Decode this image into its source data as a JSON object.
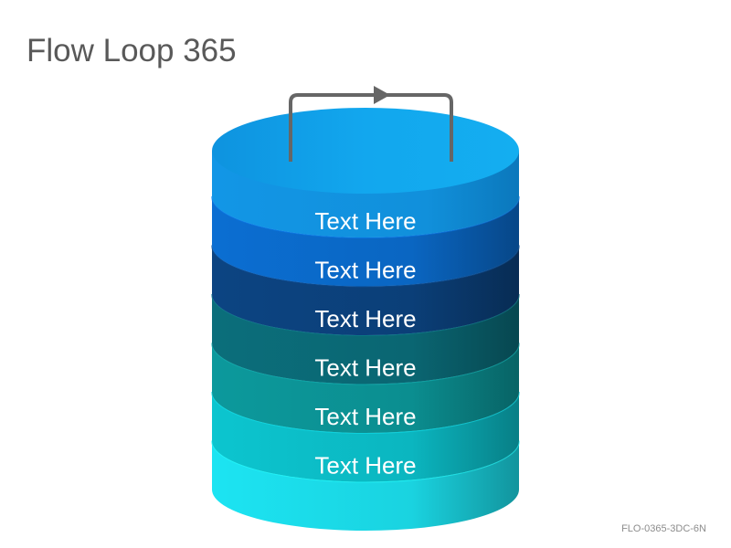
{
  "title": "Flow Loop 365",
  "footer_code": "FLO-0365-3DC-6N",
  "layers": [
    {
      "label": "Text Here",
      "color": "#0A66C2"
    },
    {
      "label": "Text Here",
      "color": "#0B3F78"
    },
    {
      "label": "Text Here",
      "color": "#0A6672"
    },
    {
      "label": "Text Here",
      "color": "#0B8E90"
    },
    {
      "label": "Text Here",
      "color": "#0BB6C0"
    },
    {
      "label": "Text Here",
      "color": "#1AD3E0"
    }
  ],
  "top_color": "#12A7EE",
  "arrow_color": "#666666"
}
